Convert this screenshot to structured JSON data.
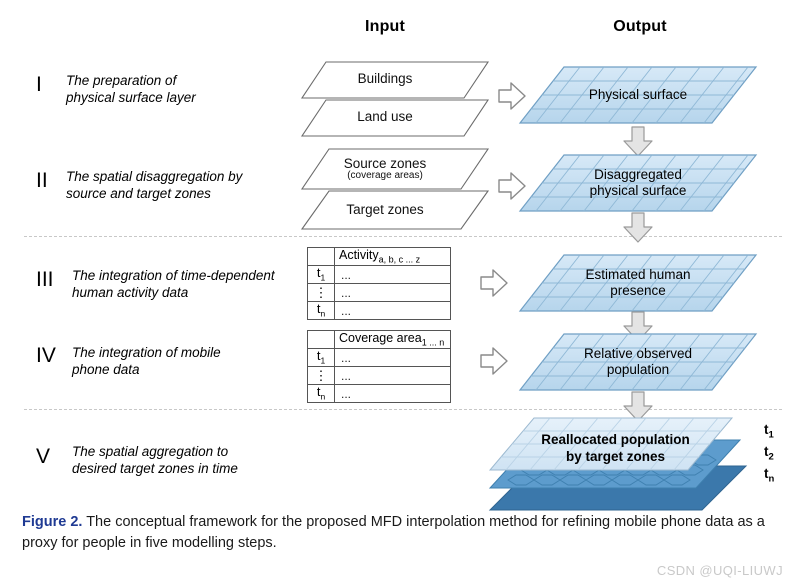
{
  "headers": {
    "input": "Input",
    "output": "Output"
  },
  "steps": [
    {
      "numeral": "I",
      "description": "The preparation of\nphysical surface layer",
      "inputs": [
        {
          "label": "Buildings",
          "sub": ""
        },
        {
          "label": "Land use",
          "sub": ""
        }
      ],
      "output": "Physical surface"
    },
    {
      "numeral": "II",
      "description": "The spatial disaggregation by\nsource and target zones",
      "inputs": [
        {
          "label": "Source zones",
          "sub": "(coverage areas)"
        },
        {
          "label": "Target zones",
          "sub": ""
        }
      ],
      "output": "Disaggregated\nphysical surface"
    },
    {
      "numeral": "III",
      "description": "The integration of time-dependent\nhuman activity data",
      "table": {
        "corner": "",
        "header": "Activity",
        "header_sub": "a, b, c ... z",
        "rows": [
          {
            "t": "t",
            "t_sub": "1",
            "cells": "..."
          },
          {
            "t": "⋮",
            "t_sub": "",
            "cells": "..."
          },
          {
            "t": "t",
            "t_sub": "n",
            "cells": "..."
          }
        ]
      },
      "output": "Estimated human\npresence"
    },
    {
      "numeral": "IV",
      "description": "The integration of mobile\nphone data",
      "table": {
        "corner": "",
        "header": "Coverage area",
        "header_sub": "1 ... n",
        "rows": [
          {
            "t": "t",
            "t_sub": "1",
            "cells": "..."
          },
          {
            "t": "⋮",
            "t_sub": "",
            "cells": "..."
          },
          {
            "t": "t",
            "t_sub": "n",
            "cells": "..."
          }
        ]
      },
      "output": "Relative observed\npopulation"
    },
    {
      "numeral": "V",
      "description": "The spatial aggregation to\ndesired target zones in time",
      "output": "Reallocated population\nby target zones",
      "time_ticks": [
        {
          "base": "t",
          "sub": "1"
        },
        {
          "base": "t",
          "sub": "2"
        },
        {
          "base": "t",
          "sub": "n"
        }
      ]
    }
  ],
  "caption": {
    "label": "Figure 2.",
    "text": " The conceptual framework for the proposed MFD interpolation method for refining mobile phone data as a proxy for people in five modelling steps."
  },
  "watermark": "CSDN @UQI-LIUWJ",
  "colors": {
    "surface_fill_light": "#dbeaf7",
    "surface_fill_mid": "#bfdcef",
    "surface_stroke": "#6f9fc4",
    "grid_line": "#8fb8d6",
    "arrow_fill": "#e4e4e4",
    "arrow_stroke": "#9a9a9a",
    "sheet_stroke": "#6b6b6b",
    "stack_mid": "#5d9ccd",
    "stack_bottom": "#3b78ab",
    "separator": "#c8c8c8",
    "caption_label": "#1f3a93",
    "watermark": "#c9c9c9"
  }
}
